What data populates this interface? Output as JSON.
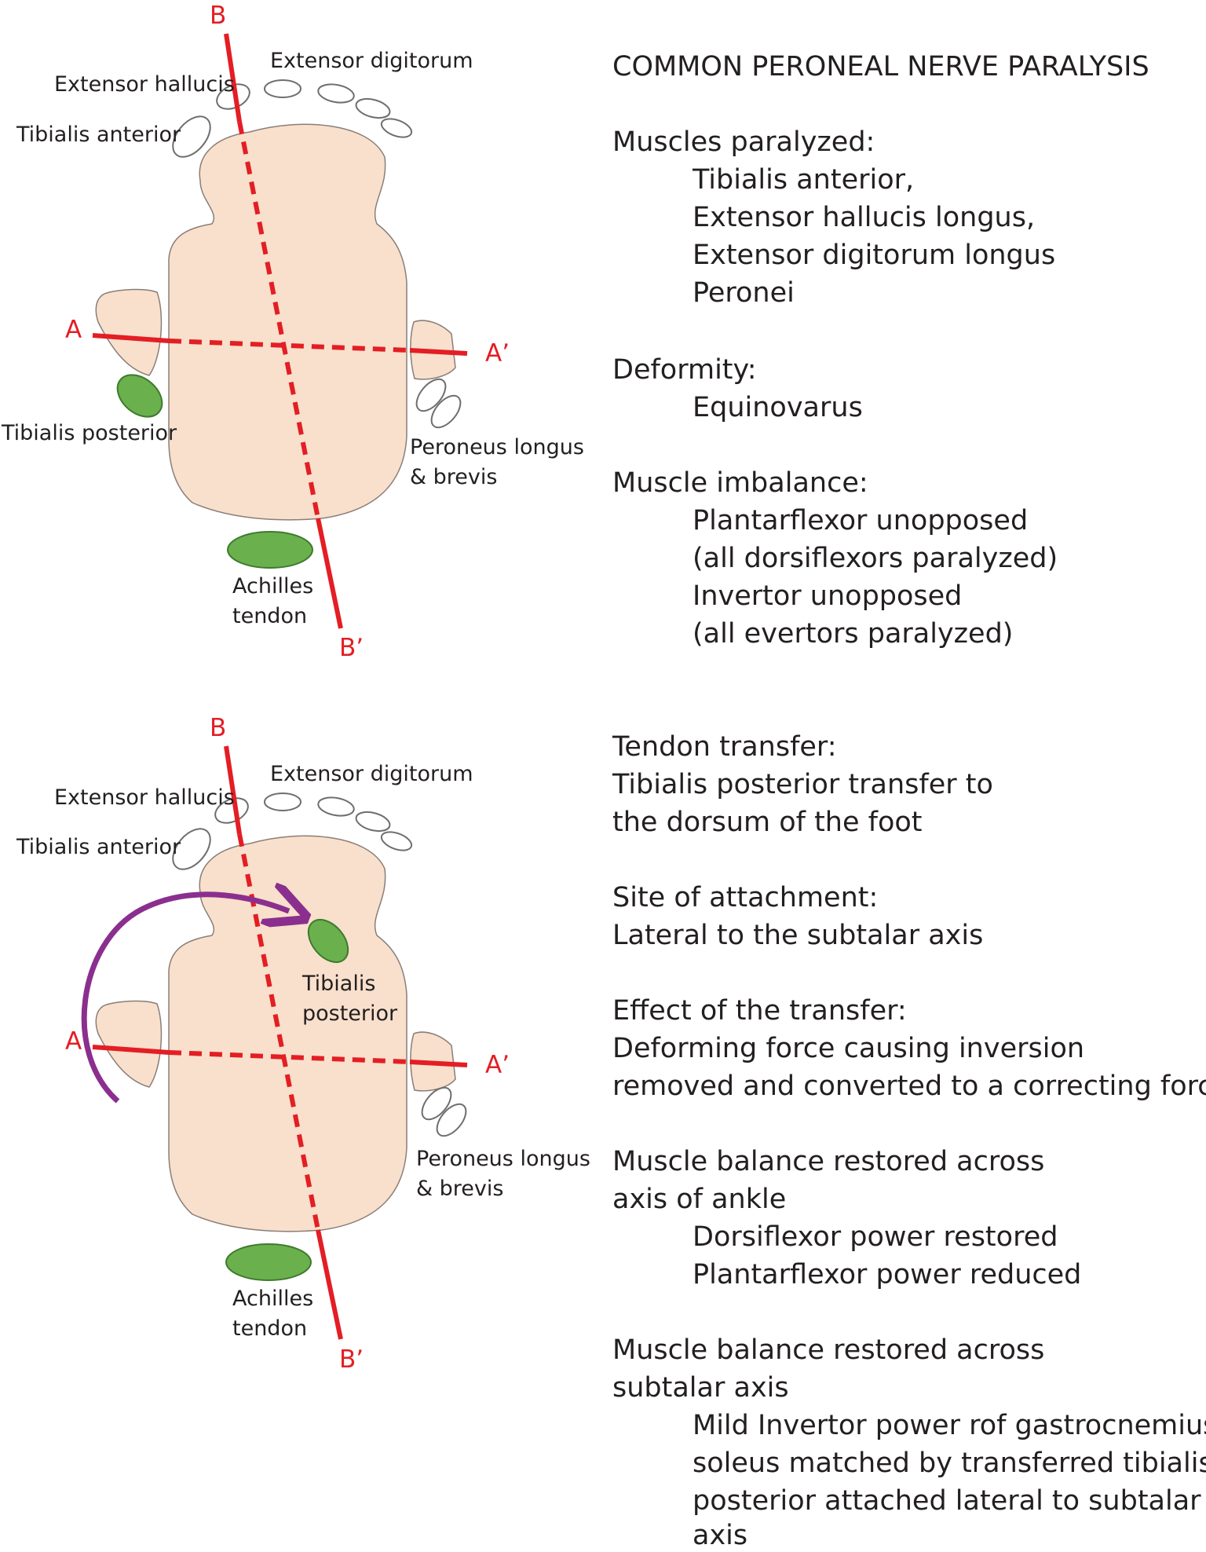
{
  "panel_top": {
    "labels": {
      "extensor_digitorum": "Extensor digitorum",
      "extensor_hallucis": "Extensor hallucis",
      "tibialis_anterior": "Tibialis anterior",
      "tibialis_posterior": "Tibialis posterior",
      "peroneus_line1": "Peroneus longus",
      "peroneus_line2": "& brevis",
      "achilles_line1": "Achilles",
      "achilles_line2": "tendon"
    },
    "axes": {
      "b": "B",
      "b_prime": "B’",
      "a": "A",
      "a_prime": "A’"
    },
    "text": {
      "title": "COMMON PERONEAL NERVE PARALYSIS",
      "muscles_heading": "Muscles paralyzed:",
      "muscles": [
        "Tibialis anterior,",
        "Extensor hallucis longus,",
        "Extensor digitorum longus",
        "Peronei"
      ],
      "deformity_heading": "Deformity:",
      "deformity": "Equinovarus",
      "imbalance_heading": "Muscle imbalance:",
      "imbalance": [
        "Plantarflexor unopposed",
        "(all dorsiflexors paralyzed)",
        "Invertor unopposed",
        "(all evertors paralyzed)"
      ]
    }
  },
  "panel_bottom": {
    "labels": {
      "extensor_digitorum": "Extensor digitorum",
      "extensor_hallucis": "Extensor hallucis",
      "tibialis_anterior": "Tibialis anterior",
      "tibialis_posterior_line1": "Tibialis",
      "tibialis_posterior_line2": "posterior",
      "peroneus_line1": "Peroneus longus",
      "peroneus_line2": "& brevis",
      "achilles_line1": "Achilles",
      "achilles_line2": "tendon"
    },
    "axes": {
      "b": "B",
      "b_prime": "B’",
      "a": "A",
      "a_prime": "A’"
    },
    "text": {
      "transfer_heading": "Tendon transfer:",
      "transfer": [
        "Tibialis posterior transfer to",
        "the dorsum of the foot"
      ],
      "site_heading": "Site of attachment:",
      "site": "Lateral  to the subtalar axis",
      "effect_heading": "Effect of the transfer:",
      "effect": [
        "Deforming force causing inversion",
        "removed and converted to a correcting force"
      ],
      "ankle_heading": [
        "Muscle balance restored across",
        "axis of ankle"
      ],
      "ankle": [
        "Dorsiflexor power restored",
        "Plantarflexor power reduced"
      ],
      "subtalar_heading": [
        "Muscle balance restored across",
        "subtalar axis"
      ],
      "subtalar": [
        "Mild Invertor power rof gastrocnemius-",
        "soleus matched by transferred tibialis",
        "posterior attached lateral to subtalar",
        "axis"
      ]
    }
  },
  "colors": {
    "axis": "#e31e24",
    "skin": "#f8e0cc",
    "tendon_green": "#6ab04c",
    "arrow": "#8b2f8f"
  }
}
